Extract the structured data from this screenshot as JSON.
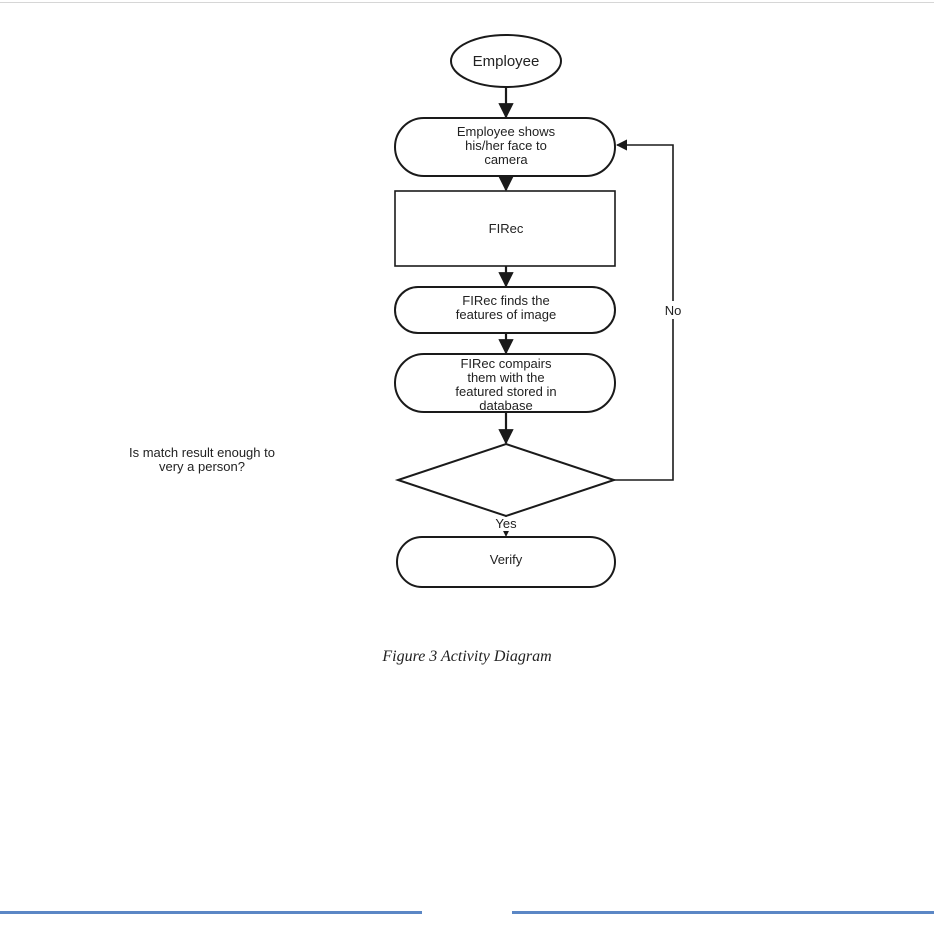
{
  "diagram": {
    "nodes": {
      "start": [
        "Employee"
      ],
      "shows_face": [
        "Employee shows",
        "his/her face to",
        "camera"
      ],
      "firec": [
        "FIRec"
      ],
      "finds_features": [
        "FIRec finds the",
        "features of image"
      ],
      "compares": [
        "FIRec compairs",
        "them with the",
        "featured stored in",
        "database"
      ],
      "verify": [
        "Verify"
      ]
    },
    "decision_question": [
      "Is match result enough to",
      "very a person?"
    ],
    "edge_labels": {
      "no": "No",
      "yes": "Yes"
    }
  },
  "caption": "Figure 3 Activity Diagram",
  "colors": {
    "stroke": "#1a1a1a",
    "footer_rule": "#5b87c5"
  }
}
